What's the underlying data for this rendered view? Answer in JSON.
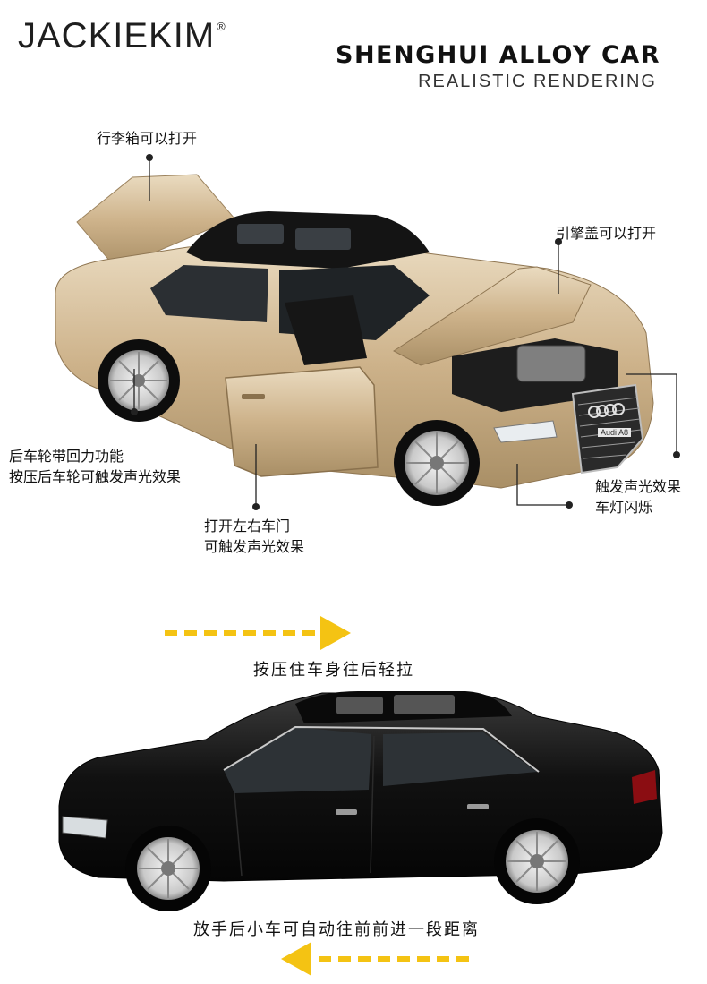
{
  "header": {
    "brand": "JACKIEKIM",
    "brand_mark": "®",
    "title": "SHENGHUI ALLOY CAR",
    "subtitle": "REALISTIC RENDERING"
  },
  "features": {
    "trunk": "行李箱可以打开",
    "hood": "引擎盖可以打开",
    "rear_wheel_line1": "后车轮带回力功能",
    "rear_wheel_line2": "按压后车轮可触发声光效果",
    "doors_line1": "打开左右车门",
    "doors_line2": "可触发声光效果",
    "lights_line1": "触发声光效果",
    "lights_line2": "车灯闪烁"
  },
  "product": {
    "plate_text": "Audi A8"
  },
  "instructions": {
    "pull_back": "按压住车身往后轻拉",
    "release": "放手后小车可自动往前前进一段距离"
  },
  "colors": {
    "gold_body": "#cbb089",
    "gold_light": "#e6d4b6",
    "black_body": "#121212",
    "arrow_yellow": "#f4c313",
    "leader_line": "#222222"
  }
}
